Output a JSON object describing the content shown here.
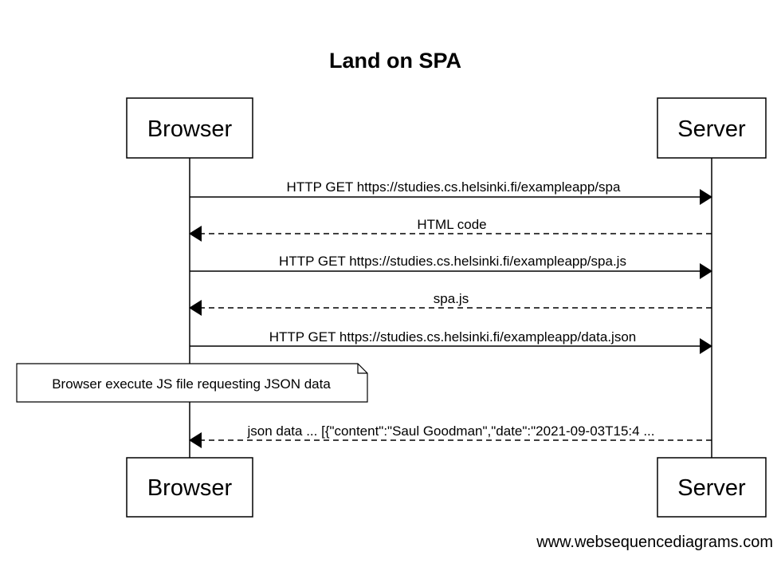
{
  "title": "Land on SPA",
  "participants": [
    {
      "id": "browser",
      "label": "Browser"
    },
    {
      "id": "server",
      "label": "Server"
    }
  ],
  "messages": [
    {
      "from": "browser",
      "to": "server",
      "style": "solid",
      "label": "HTTP GET https://studies.cs.helsinki.fi/exampleapp/spa"
    },
    {
      "from": "server",
      "to": "browser",
      "style": "dashed",
      "label": "HTML code"
    },
    {
      "from": "browser",
      "to": "server",
      "style": "solid",
      "label": "HTTP GET https://studies.cs.helsinki.fi/exampleapp/spa.js"
    },
    {
      "from": "server",
      "to": "browser",
      "style": "dashed",
      "label": "spa.js"
    },
    {
      "from": "browser",
      "to": "server",
      "style": "solid",
      "label": "HTTP GET https://studies.cs.helsinki.fi/exampleapp/data.json"
    },
    {
      "from": "server",
      "to": "browser",
      "style": "dashed",
      "label": "json data ... [{\"content\":\"Saul Goodman\",\"date\":\"2021-09-03T15:4 ..."
    }
  ],
  "note": {
    "text": "Browser execute JS file requesting JSON data",
    "over": "browser"
  },
  "footer": "www.websequencediagrams.com"
}
